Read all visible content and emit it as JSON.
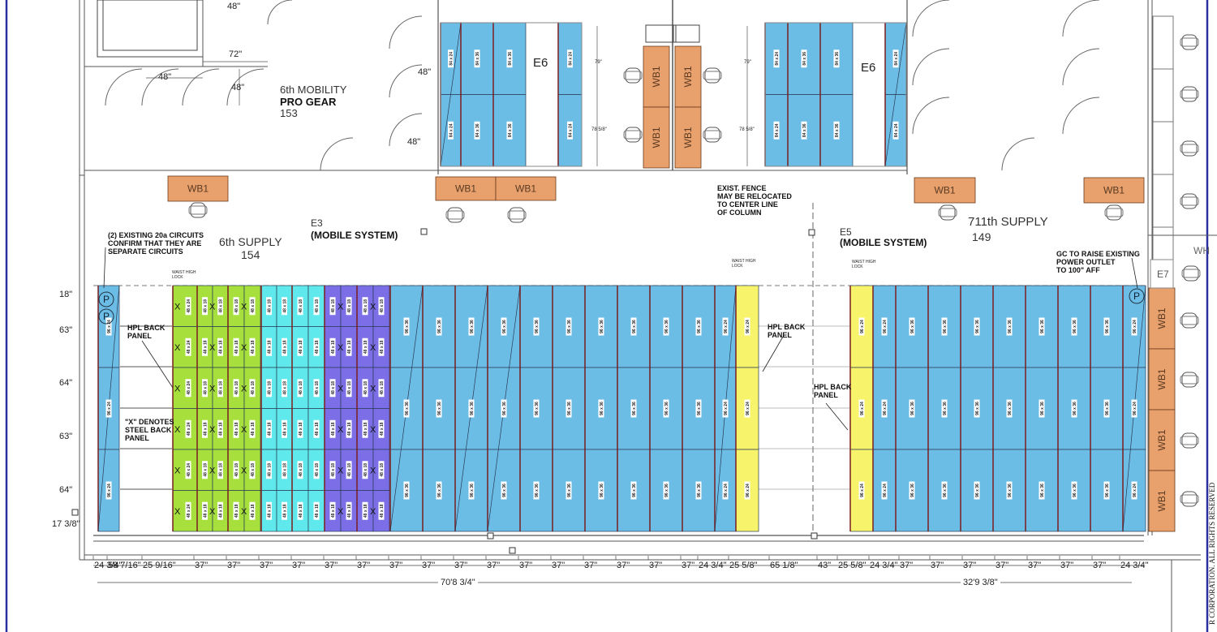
{
  "colors": {
    "blue": "#6cbde6",
    "green": "#a7e03d",
    "cyan": "#60e9ec",
    "purple": "#7b6ee6",
    "yellow": "#f7f46b",
    "orange": "#e8a06c",
    "border": "#2b2f9e"
  },
  "rooms": {
    "mobility": {
      "name": "6th MOBILITY",
      "sub": "PRO GEAR",
      "num": "153"
    },
    "supply6": {
      "name": "6th SUPPLY",
      "num": "154"
    },
    "supply711": {
      "name": "711th SUPPLY",
      "num": "149"
    },
    "e3": {
      "tag": "E3",
      "desc": "(MOBILE SYSTEM)"
    },
    "e5": {
      "tag": "E5",
      "desc": "(MOBILE SYSTEM)"
    },
    "e6": "E6",
    "e7": "E7",
    "wb": "WB1",
    "wh": "WH"
  },
  "notes": {
    "circuits": [
      "(2) EXISTING 20a CIRCUITS",
      "CONFIRM THAT THEY ARE",
      "SEPARATE CIRCUITS"
    ],
    "hpl": [
      "HPL BACK",
      "PANEL"
    ],
    "x_denotes": [
      "\"X\" DENOTES",
      "STEEL BACK",
      "PANEL"
    ],
    "fence": [
      "EXIST. FENCE",
      "MAY BE RELOCATED",
      "TO CENTER LINE",
      "OF COLUMN"
    ],
    "gc": [
      "GC TO RAISE EXISTING",
      "POWER OUTLET",
      "TO 100\" AFF"
    ],
    "lock": [
      "WAIST HIGH",
      "LOCK"
    ],
    "outlet": "P",
    "steel": "X"
  },
  "unit_sizes": {
    "s96x24": "96 x 24",
    "s96x36": "96 x 36",
    "s48x24": "48 x 24",
    "s48x18": "48 x 18",
    "s84x24": "84 x 24",
    "s84x36": "84 x 36"
  },
  "top_dims": {
    "d48a": "48\"",
    "d72": "72\"",
    "d48b": "48\"",
    "d48c": "48\"",
    "d48d": "48\"",
    "d48e": "48\"",
    "d79": "79\"",
    "d785": "78 5/8\""
  },
  "left_dims": [
    "18\"",
    "63\"",
    "64\"",
    "63\"",
    "64\"",
    "17 3/8\""
  ],
  "bottom_dims": [
    "24 3/4\"",
    "58 7/16\"",
    "25 9/16\"",
    "37\"",
    "37\"",
    "37\"",
    "37\"",
    "37\"",
    "37\"",
    "37\"",
    "37\"",
    "37\"",
    "37\"",
    "37\"",
    "37\"",
    "37\"",
    "37\"",
    "37\"",
    "37\"",
    "24 3/4\"",
    "25 5/8\"",
    "65 1/8\"",
    "43\"",
    "25 5/8\"",
    "24 3/4\"",
    "37\"",
    "37\"",
    "37\"",
    "37\"",
    "37\"",
    "37\"",
    "37\"",
    "24 3/4\""
  ],
  "overall_dims": [
    "70'8 3/4\"",
    "32'9 3/8\""
  ],
  "copyright": "R CORPORATION. ALL RIGHTS RESERVED"
}
